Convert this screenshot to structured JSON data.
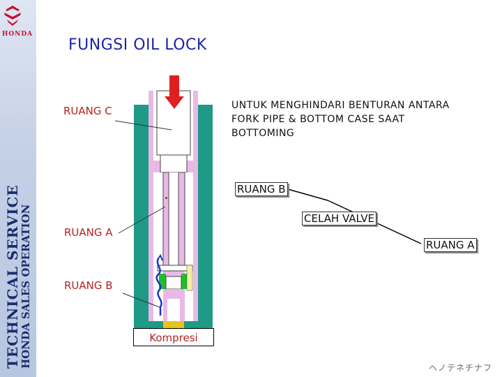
{
  "brand": {
    "logo_text": "HONDA",
    "vertical_line1": "TECHNICAL SERVICE",
    "vertical_line2": "HONDA SALES OPERATION",
    "brand_color": "#c8102e"
  },
  "slide": {
    "title": "FUNGSI OIL LOCK",
    "description_lines": [
      "UNTUK MENGHINDARI BENTURAN ANTARA",
      "FORK PIPE & BOTTOM CASE SAAT",
      "BOTTOMING"
    ],
    "footer_text": "ヘノテネチナフ"
  },
  "diagram": {
    "left_labels": {
      "ruang_c": "RUANG C",
      "ruang_a": "RUANG A",
      "ruang_b": "RUANG B"
    },
    "right_labels": {
      "ruang_b": "RUANG B",
      "celah_valve": "CELAH VALVE",
      "ruang_a": "RUANG A"
    },
    "bottom_label": "Kompresi",
    "colors": {
      "outer_case": "#1e9a86",
      "fork_pipe": "#e9b9e6",
      "arrow": "#e02020",
      "valve": "#1fbf2b",
      "spring": "#1736c8",
      "base": "#e8c31a",
      "label_red": "#b42323",
      "title_blue": "#1e23a8"
    }
  }
}
